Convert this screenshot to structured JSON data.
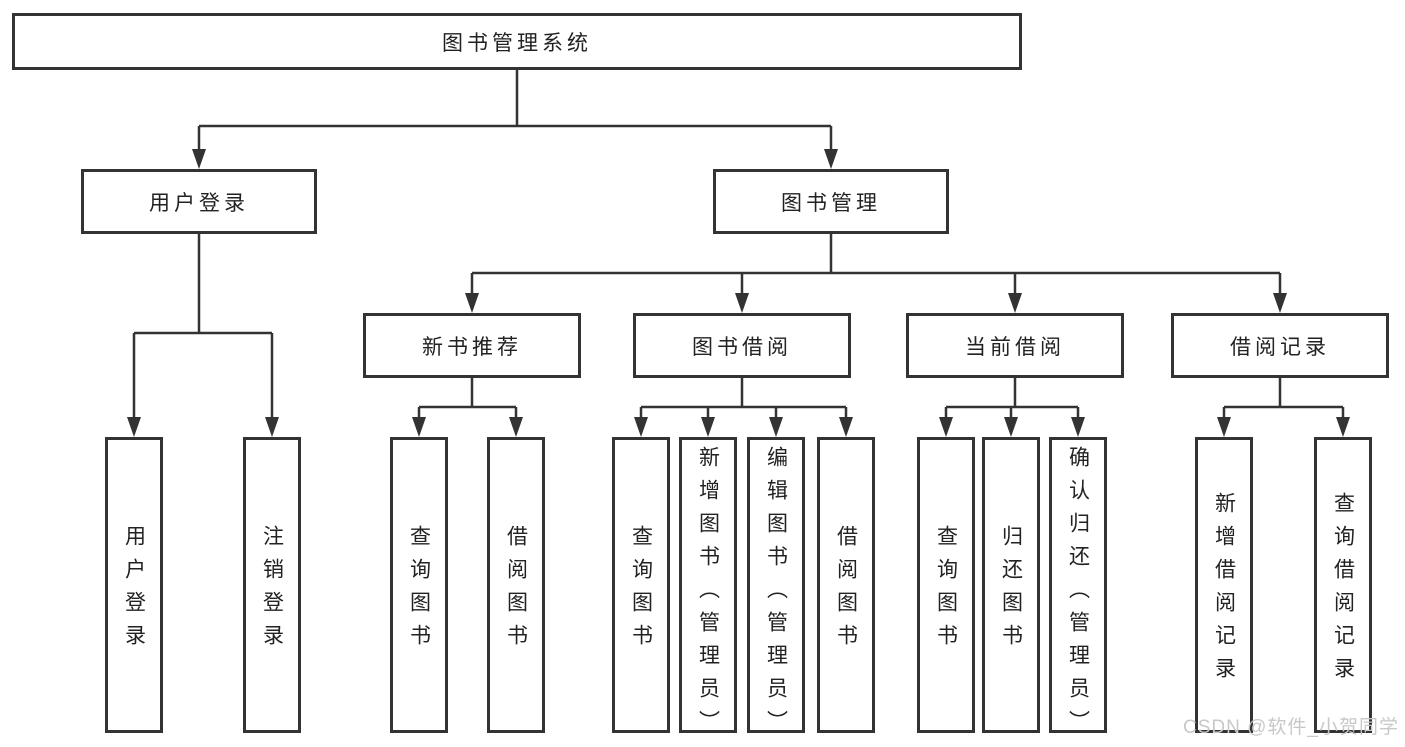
{
  "nodes": {
    "root": "图书管理系统",
    "user_login": "用户登录",
    "book_mgmt": "图书管理",
    "new_book_rec": "新书推荐",
    "book_borrow": "图书借阅",
    "current_borrow": "当前借阅",
    "borrow_records": "借阅记录",
    "ul_login": "用户登录",
    "ul_logout": "注销登录",
    "nbr_query": "查询图书",
    "nbr_borrow": "借阅图书",
    "bb_query": "查询图书",
    "bb_add": "新增图书（管理员）",
    "bb_edit": "编辑图书（管理员）",
    "bb_borrow": "借阅图书",
    "cb_query": "查询图书",
    "cb_return": "归还图书",
    "cb_confirm": "确认归还（管理员）",
    "br_add": "新增借阅记录",
    "br_query": "查询借阅记录"
  },
  "watermark": "CSDN @软件_小贺同学",
  "colors": {
    "line": "#333333",
    "text": "#222222",
    "box_background": "#ffffff",
    "page_background": "#ffffff",
    "watermark": "#c8c8c8"
  }
}
